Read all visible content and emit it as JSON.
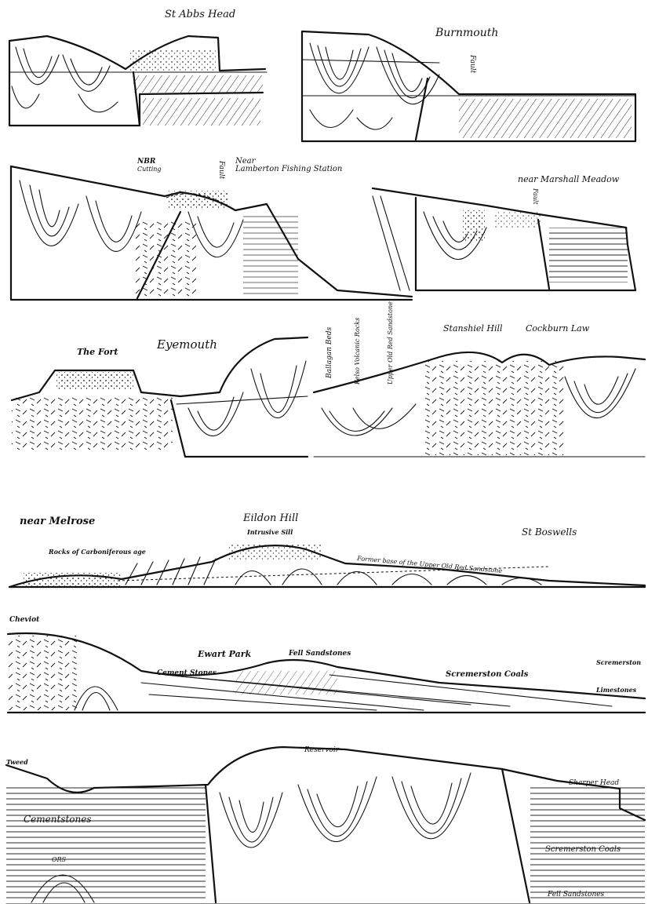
{
  "sections": [
    {
      "id": "st-abbs",
      "labels": [
        "St Abbs Head"
      ]
    },
    {
      "id": "burnmouth",
      "labels": [
        "Burnmouth",
        "Fault"
      ]
    },
    {
      "id": "lamberton",
      "labels": [
        "NBR",
        "Cutting",
        "Near",
        "Lamberton Fishing Station",
        "Fault"
      ]
    },
    {
      "id": "marshall",
      "labels": [
        "near Marshall Meadow",
        "Fault"
      ]
    },
    {
      "id": "eyemouth",
      "labels": [
        "The Fort",
        "Eyemouth"
      ]
    },
    {
      "id": "stanshiel",
      "labels": [
        "Ballagan Beds",
        "Kelso Volcanic Rocks",
        "Upper Old Red Sandstone",
        "Stanshiel Hill",
        "Cockburn Law"
      ]
    },
    {
      "id": "eildon",
      "labels": [
        "near Melrose",
        "Rocks of Carboniferous age",
        "Eildon Hill",
        "Intrusive Sill",
        "Former base of the Upper Old Red Sandstone",
        "St Boswells"
      ]
    },
    {
      "id": "cheviot",
      "labels": [
        "Cheviot",
        "Cement Stones",
        "Ewart Park",
        "Fell Sandstones",
        "Scremerston Coals",
        "Scremerston",
        "Limestones"
      ]
    },
    {
      "id": "reservoir",
      "labels": [
        "Reservoir",
        "Sharper Head",
        "Scremerston Coals",
        "Fell Sandstones",
        "Cementstones",
        "ORS",
        "Tweed"
      ]
    }
  ]
}
